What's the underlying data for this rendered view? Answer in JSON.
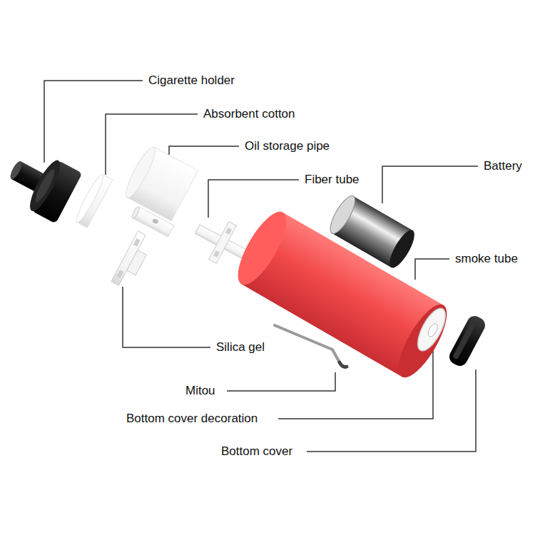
{
  "diagram": {
    "labels": [
      "Cigarette holder",
      "Absorbent cotton",
      "Oil storage pipe",
      "Fiber tube",
      "Battery",
      "smoke tube",
      "Silica gel",
      "Mitou",
      "Bottom cover decoration",
      "Bottom cover"
    ]
  }
}
